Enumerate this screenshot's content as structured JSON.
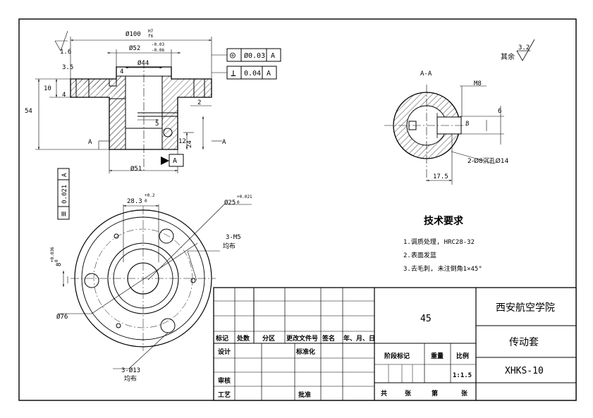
{
  "surface_finish": {
    "label": "其余",
    "value": "3.2"
  },
  "section_label": "A-A",
  "section_marker": "A",
  "front_view": {
    "dia_100": "Ø100",
    "fit_100_top": "H7",
    "fit_100_bottom": "f6",
    "dia_52": "Ø52",
    "tol_52_top": "-0.03",
    "tol_52_bottom": "-0.06",
    "dia_44": "Ø44",
    "dia_51": "Ø51",
    "roughness_1_6": "1.6",
    "dim_3_5": "3.5",
    "dim_10": "10",
    "dim_4_left": "4",
    "dim_4_top": "4",
    "dim_54": "54",
    "dim_5": "5",
    "dim_2": "2",
    "dim_24": "24",
    "dim_12": "12",
    "datum": "A"
  },
  "gdt": [
    {
      "symbol": "◎",
      "tolerance": "Ø0.03",
      "datum": "A"
    },
    {
      "symbol": "⊥",
      "tolerance": "0.04",
      "datum": "A"
    }
  ],
  "gdt_left": {
    "symbol": "≡",
    "tolerance": "0.021",
    "datum": "A"
  },
  "section_view": {
    "m8": "M8",
    "dim_8": "8",
    "dim_6": "6",
    "dim_17_5": "17.5",
    "hole_note": "2-Ø8沉孔Ø14"
  },
  "bottom_view": {
    "dim_28_3": "28.3",
    "tol_28_3_top": "+0.2",
    "tol_28_3_bottom": "0",
    "dia_25": "Ø25",
    "tol_25_top": "+0.021",
    "tol_25_bottom": "0",
    "dim_8": "8",
    "tol_8_top": "+0.036",
    "tol_8_bottom": "0",
    "m5": "3-M5",
    "m5_note": "均布",
    "dia_76": "Ø76",
    "hole13": "3-Ø13",
    "hole13_note": "均布"
  },
  "tech_req": {
    "title": "技术要求",
    "items": [
      "1.调质处理, HRC28-32",
      "2.表面发蓝",
      "3.去毛刺, 未注倒角1×45°"
    ]
  },
  "title_block": {
    "material": "45",
    "school": "西安航空学院",
    "part_name": "传动套",
    "drawing_no": "XHKS-10",
    "row_headers": [
      "标记",
      "处数",
      "分区",
      "更改文件号",
      "签名",
      "年、月、日"
    ],
    "design": "设计",
    "standardize": "标准化",
    "review": "审核",
    "process": "工艺",
    "approve": "批准",
    "stage": "阶段标记",
    "weight": "重量",
    "scale_label": "比例",
    "scale": "1:1.5",
    "sheets_total": "共",
    "sheets_unit": "张",
    "sheet_no": "第",
    "sheet_unit2": "张"
  }
}
